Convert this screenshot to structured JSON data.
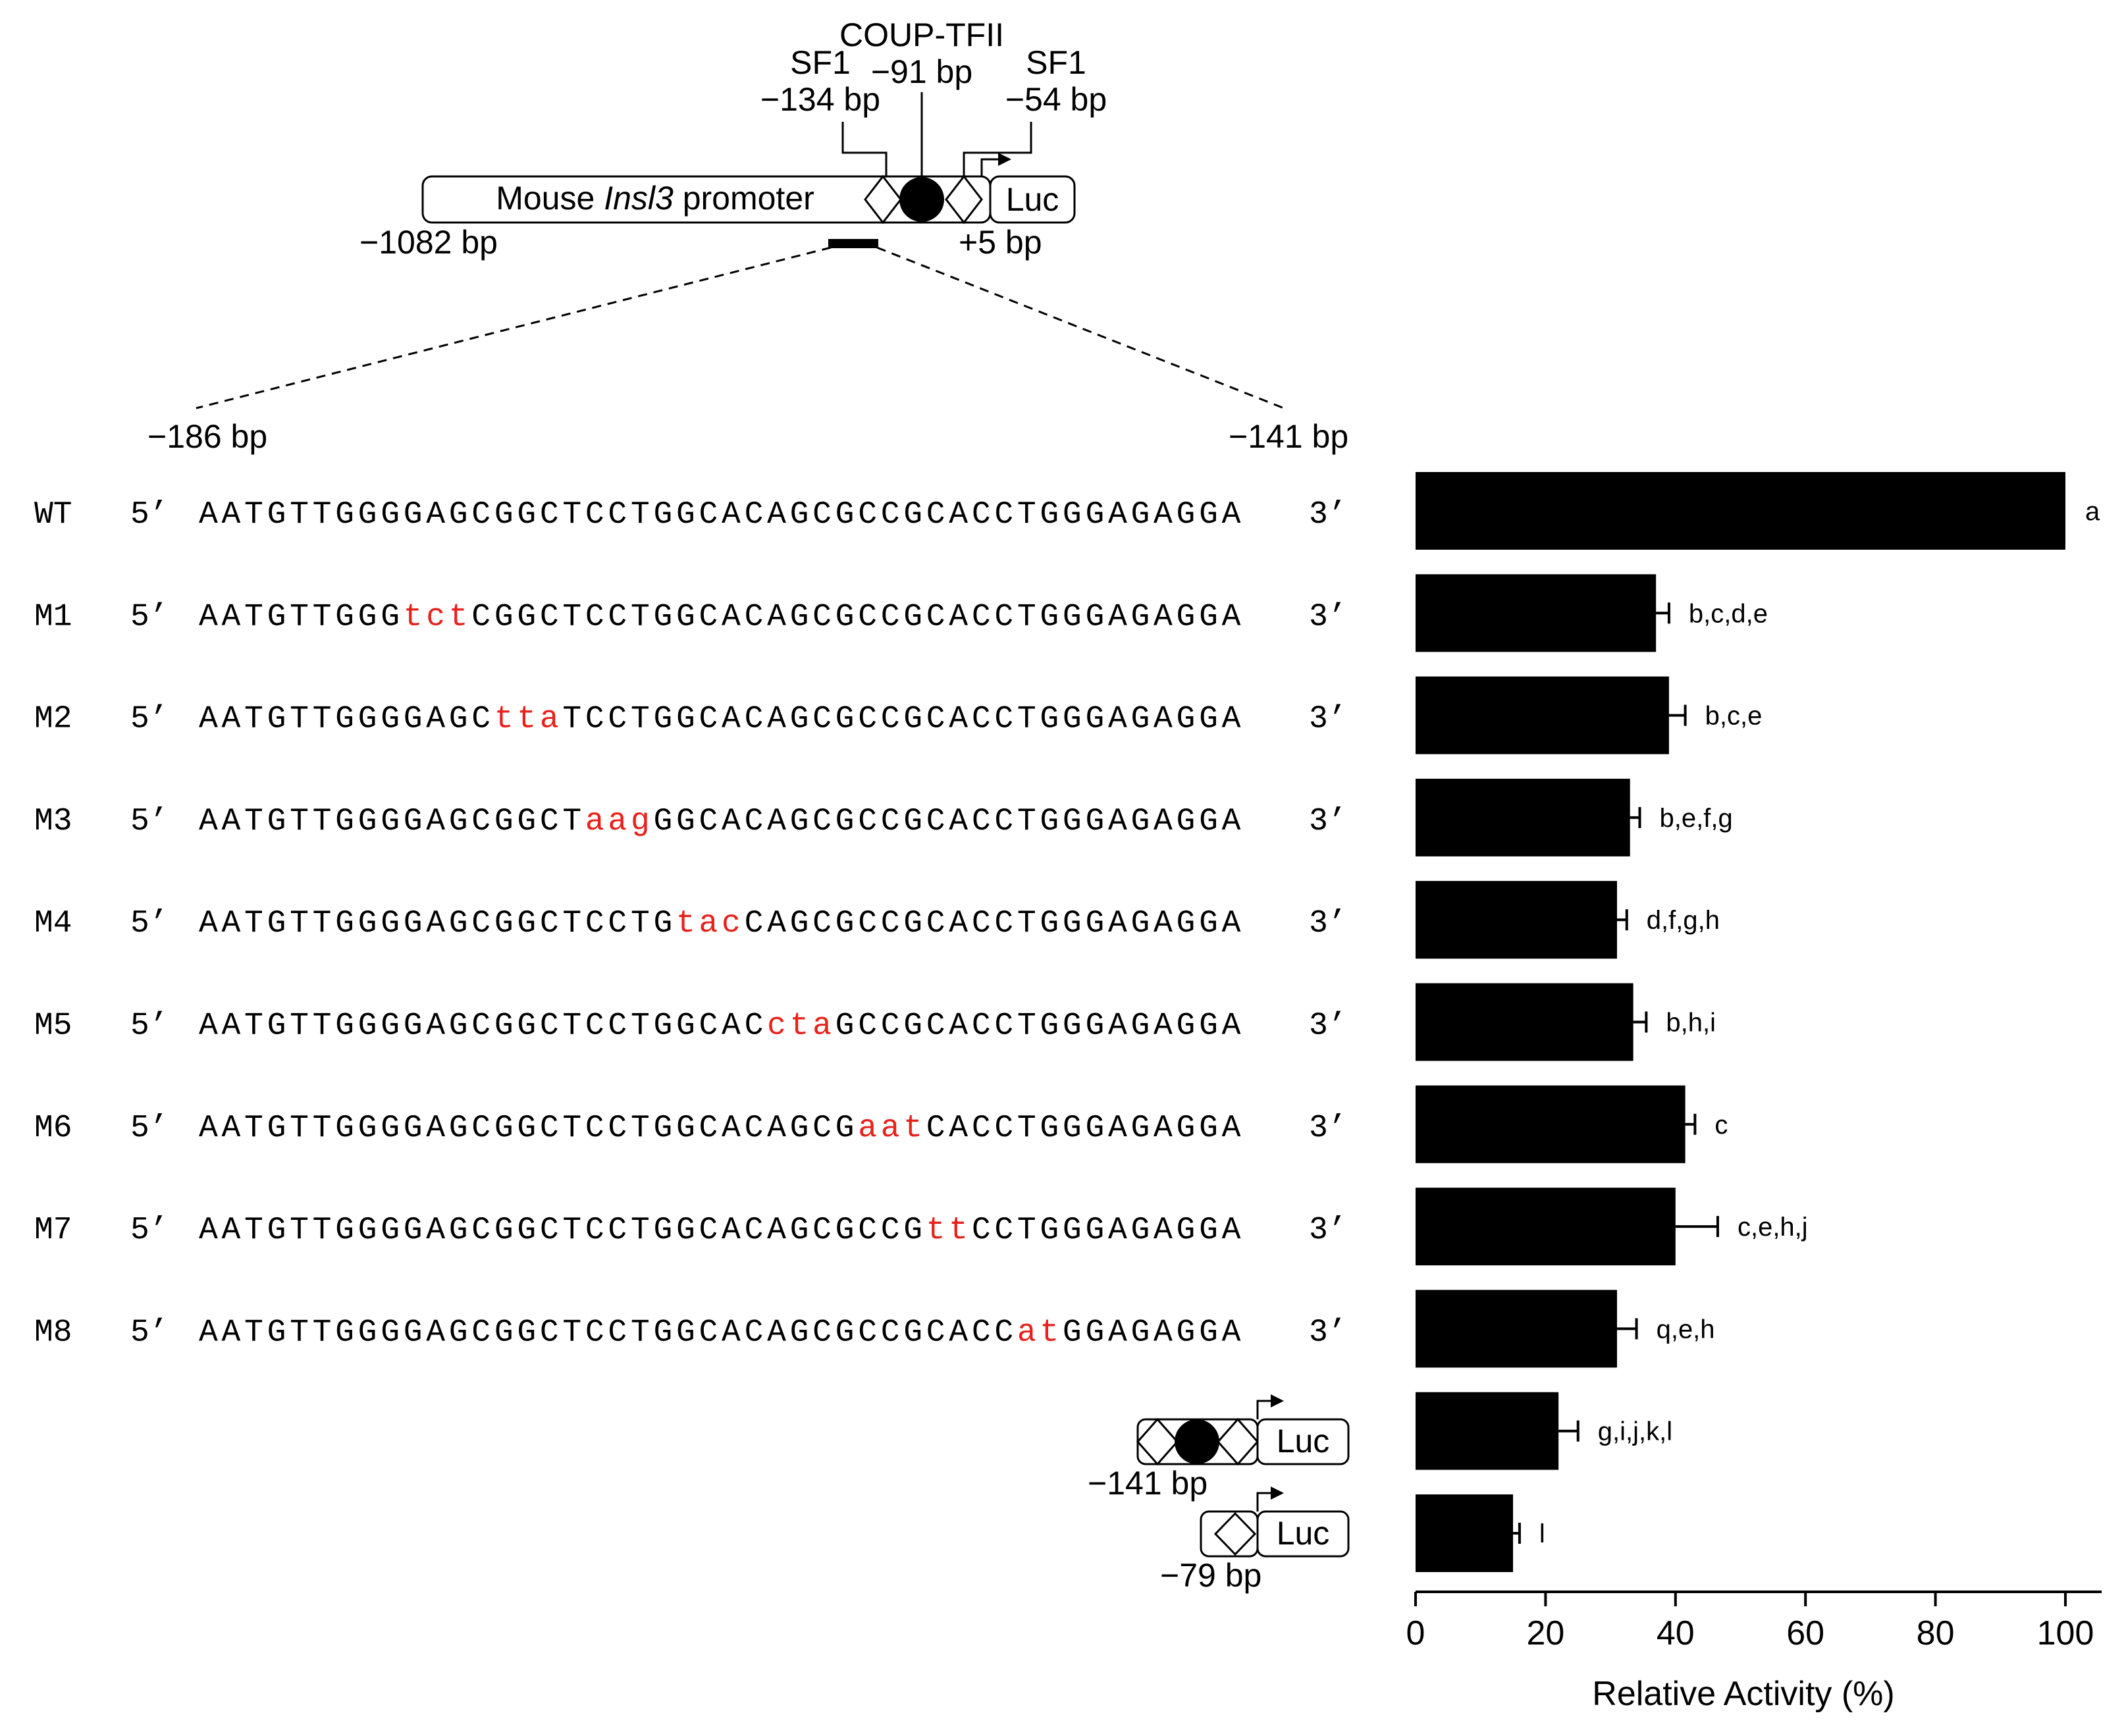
{
  "diagram": {
    "coup_label": "COUP-TFII",
    "coup_pos": "−91 bp",
    "sf1_left_label": "SF1",
    "sf1_left_pos": "−134 bp",
    "sf1_right_label": "SF1",
    "sf1_right_pos": "−54 bp",
    "promoter_text_a": "Mouse ",
    "promoter_text_b": "Insl3",
    "promoter_text_c": " promoter",
    "luc_label": "Luc",
    "start_pos": "−1082 bp",
    "end_pos": "+5 bp",
    "zoom_left": "−186 bp",
    "zoom_right": "−141 bp"
  },
  "sequences": {
    "prefix": "5’",
    "suffix": "3’",
    "rows": [
      {
        "name": "WT",
        "pre": "AATGTTGGGGAGCGGCTCCTGGCACAGCGCCGCACCTGGGAGAGGA",
        "mut": "",
        "post": ""
      },
      {
        "name": "M1",
        "pre": "AATGTTGGG",
        "mut": "tct",
        "post": "CGGCTCCTGGCACAGCGCCGCACCTGGGAGAGGA"
      },
      {
        "name": "M2",
        "pre": "AATGTTGGGGAGC",
        "mut": "tta",
        "post": "TCCTGGCACAGCGCCGCACCTGGGAGAGGA"
      },
      {
        "name": "M3",
        "pre": "AATGTTGGGGAGCGGCT",
        "mut": "aag",
        "post": "GGCACAGCGCCGCACCTGGGAGAGGA"
      },
      {
        "name": "M4",
        "pre": "AATGTTGGGGAGCGGCTCCTG",
        "mut": "tac",
        "post": "CAGCGCCGCACCTGGGAGAGGA"
      },
      {
        "name": "M5",
        "pre": "AATGTTGGGGAGCGGCTCCTGGCAC",
        "mut": "cta",
        "post": "GCCGCACCTGGGAGAGGA"
      },
      {
        "name": "M6",
        "pre": "AATGTTGGGGAGCGGCTCCTGGCACAGCG",
        "mut": "aat",
        "post": "CACCTGGGAGAGGA"
      },
      {
        "name": "M7",
        "pre": "AATGTTGGGGAGCGGCTCCTGGCACAGCGCCG",
        "mut": "tt",
        "post": "CCTGGGAGAGGA"
      },
      {
        "name": "M8",
        "pre": "AATGTTGGGGAGCGGCTCCTGGCACAGCGCCGCACC",
        "mut": "at",
        "post": "GGAGAGGA"
      }
    ]
  },
  "truncations": [
    {
      "pos": "−141 bp",
      "luc": "Luc"
    },
    {
      "pos": "−79 bp",
      "luc": "Luc"
    }
  ],
  "colors": {
    "bar": "#000000",
    "mutation": "#e8211b",
    "text": "#000000"
  },
  "chart_data": {
    "type": "bar",
    "orientation": "horizontal",
    "categories": [
      "WT",
      "M1",
      "M2",
      "M3",
      "M4",
      "M5",
      "M6",
      "M7",
      "M8",
      "−141 bp",
      "−79 bp"
    ],
    "values": [
      100,
      37,
      39,
      33,
      31,
      33.5,
      41.5,
      40,
      31,
      22,
      15
    ],
    "errors": [
      0,
      2,
      2.5,
      1.5,
      1.5,
      2,
      1.5,
      6.5,
      3,
      3,
      1
    ],
    "significance": [
      "a",
      "b,c,d,e",
      "b,c,e",
      "b,e,f,g",
      "d,f,g,h",
      "b,h,i",
      "c",
      "c,e,h,j",
      "q,e,h",
      "g,i,j,k,l",
      "l"
    ],
    "xlabel": "Relative Activity (%)",
    "xlim": [
      0,
      105
    ],
    "xticks": [
      0,
      20,
      40,
      60,
      80,
      100
    ],
    "grid": false
  }
}
